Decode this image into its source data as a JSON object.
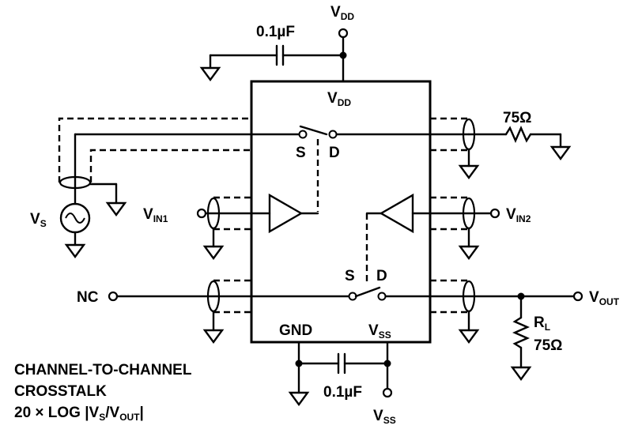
{
  "labels": {
    "vdd_top": {
      "main": "V",
      "sub": "DD"
    },
    "vdd_inner": {
      "main": "V",
      "sub": "DD"
    },
    "cap_top": "0.1µF",
    "cap_bottom": "0.1µF",
    "res_top": "75Ω",
    "rl": {
      "main": "R",
      "sub": "L"
    },
    "rl_value": "75Ω",
    "vs_source": {
      "main": "V",
      "sub": "S"
    },
    "vin1": {
      "main": "V",
      "sub": "IN1"
    },
    "vin2": {
      "main": "V",
      "sub": "IN2"
    },
    "nc": "NC",
    "vout": {
      "main": "V",
      "sub": "OUT"
    },
    "switch1_s": "S",
    "switch1_d": "D",
    "switch2_s": "S",
    "switch2_d": "D",
    "gnd": "GND",
    "vss_inner": {
      "main": "V",
      "sub": "SS"
    },
    "vss_bottom": {
      "main": "V",
      "sub": "SS"
    }
  },
  "caption": {
    "line1": "CHANNEL-TO-CHANNEL",
    "line2": "CROSSTALK",
    "line3_prefix": "20 × LOG |V",
    "line3_sub1": "S",
    "line3_mid": "/V",
    "line3_sub2": "OUT",
    "line3_suffix": "|"
  },
  "colors": {
    "ink": "#000000",
    "background": "#ffffff"
  }
}
